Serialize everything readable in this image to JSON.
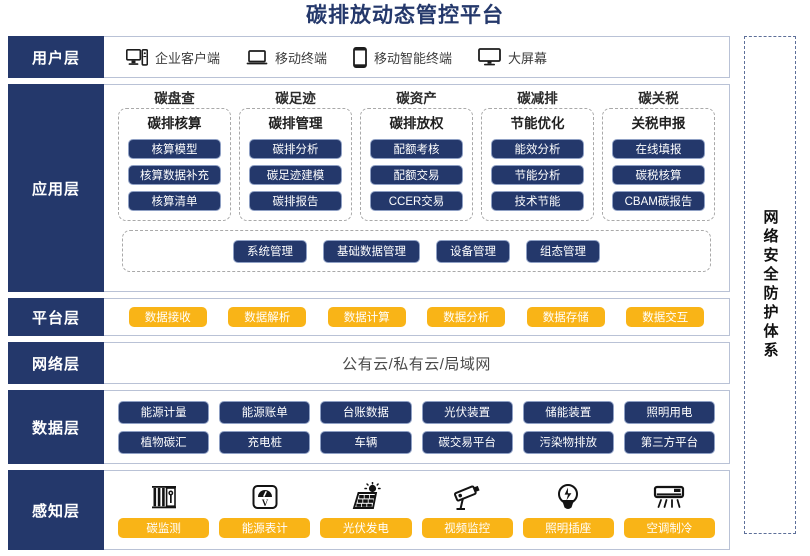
{
  "title": "碳排放动态管控平台",
  "colors": {
    "navy": "#24386b",
    "yellow": "#f9b417",
    "border": "#b9c2d6",
    "dashed": "#a9a9a9"
  },
  "security_column": {
    "label": "网络安全防护体系"
  },
  "layers": {
    "user": {
      "label": "用户层",
      "items": [
        {
          "icon": "desktop-tower-icon",
          "label": "企业客户端"
        },
        {
          "icon": "laptop-icon",
          "label": "移动终端"
        },
        {
          "icon": "smartphone-icon",
          "label": "移动智能终端"
        },
        {
          "icon": "monitor-icon",
          "label": "大屏幕"
        }
      ]
    },
    "application": {
      "label": "应用层",
      "groups": [
        {
          "title": "碳盘查",
          "subtitle": "碳排核算",
          "items": [
            "核算模型",
            "核算数据补充",
            "核算清单"
          ]
        },
        {
          "title": "碳足迹",
          "subtitle": "碳排管理",
          "items": [
            "碳排分析",
            "碳足迹建模",
            "碳排报告"
          ]
        },
        {
          "title": "碳资产",
          "subtitle": "碳排放权",
          "items": [
            "配额考核",
            "配额交易",
            "CCER交易"
          ]
        },
        {
          "title": "碳减排",
          "subtitle": "节能优化",
          "items": [
            "能效分析",
            "节能分析",
            "技术节能"
          ]
        },
        {
          "title": "碳关税",
          "subtitle": "关税申报",
          "items": [
            "在线填报",
            "碳税核算",
            "CBAM碳报告"
          ]
        }
      ],
      "management": [
        "系统管理",
        "基础数据管理",
        "设备管理",
        "组态管理"
      ]
    },
    "platform": {
      "label": "平台层",
      "items": [
        "数据接收",
        "数据解析",
        "数据计算",
        "数据分析",
        "数据存储",
        "数据交互"
      ]
    },
    "network": {
      "label": "网络层",
      "text": "公有云/私有云/局域网"
    },
    "data": {
      "label": "数据层",
      "row1": [
        "能源计量",
        "能源账单",
        "台账数据",
        "光伏装置",
        "储能装置",
        "照明用电"
      ],
      "row2": [
        "植物碳汇",
        "充电桩",
        "车辆",
        "碳交易平台",
        "污染物排放",
        "第三方平台"
      ]
    },
    "sense": {
      "label": "感知层",
      "icons": [
        "carbon-monitor-icon",
        "energy-meter-icon",
        "solar-panel-icon",
        "cctv-camera-icon",
        "light-bulb-icon",
        "air-conditioner-icon"
      ],
      "items": [
        "碳监测",
        "能源表计",
        "光伏发电",
        "视频监控",
        "照明插座",
        "空调制冷"
      ]
    }
  }
}
